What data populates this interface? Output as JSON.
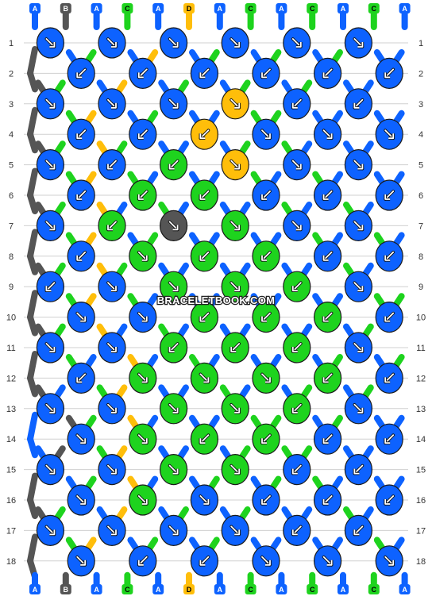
{
  "watermark": "BRACELETBOOK.COM",
  "colors": {
    "A": "#0d62ff",
    "B": "#555555",
    "C": "#1ed31e",
    "D": "#ffbe0a"
  },
  "top_labels": [
    "A",
    "B",
    "A",
    "C",
    "A",
    "D",
    "A",
    "C",
    "A",
    "C",
    "A",
    "C",
    "A"
  ],
  "bottom_labels": [
    "A",
    "B",
    "A",
    "C",
    "A",
    "D",
    "A",
    "C",
    "A",
    "C",
    "A",
    "C",
    "A"
  ],
  "row_numbers": [
    "1",
    "2",
    "3",
    "4",
    "5",
    "6",
    "7",
    "8",
    "9",
    "10",
    "11",
    "12",
    "13",
    "14",
    "15",
    "16",
    "17",
    "18"
  ],
  "knot_rows": [
    {
      "row": "1",
      "knots": [
        {
          "color": "A",
          "arrow": "se"
        },
        {
          "color": "A",
          "arrow": "se"
        },
        {
          "color": "A",
          "arrow": "se"
        },
        {
          "color": "A",
          "arrow": "se"
        },
        {
          "color": "A",
          "arrow": "se"
        },
        {
          "color": "A",
          "arrow": "se"
        }
      ]
    },
    {
      "row": "2",
      "knots": [
        {
          "color": "A",
          "arrow": "sw"
        },
        {
          "color": "A",
          "arrow": "sw"
        },
        {
          "color": "A",
          "arrow": "sw"
        },
        {
          "color": "A",
          "arrow": "sw"
        },
        {
          "color": "A",
          "arrow": "sw"
        },
        {
          "color": "A",
          "arrow": "sw"
        }
      ]
    },
    {
      "row": "3",
      "knots": [
        {
          "color": "A",
          "arrow": "se"
        },
        {
          "color": "A",
          "arrow": "se"
        },
        {
          "color": "A",
          "arrow": "se"
        },
        {
          "color": "D",
          "arrow": "se"
        },
        {
          "color": "A",
          "arrow": "sw"
        },
        {
          "color": "A",
          "arrow": "sw"
        }
      ]
    },
    {
      "row": "4",
      "knots": [
        {
          "color": "A",
          "arrow": "sw"
        },
        {
          "color": "A",
          "arrow": "sw"
        },
        {
          "color": "D",
          "arrow": "sw"
        },
        {
          "color": "A",
          "arrow": "se"
        },
        {
          "color": "A",
          "arrow": "se"
        },
        {
          "color": "A",
          "arrow": "se"
        }
      ]
    },
    {
      "row": "5",
      "knots": [
        {
          "color": "A",
          "arrow": "se"
        },
        {
          "color": "A",
          "arrow": "sw"
        },
        {
          "color": "C",
          "arrow": "sw"
        },
        {
          "color": "D",
          "arrow": "se"
        },
        {
          "color": "A",
          "arrow": "se"
        },
        {
          "color": "A",
          "arrow": "se"
        }
      ]
    },
    {
      "row": "6",
      "knots": [
        {
          "color": "A",
          "arrow": "sw"
        },
        {
          "color": "C",
          "arrow": "sw"
        },
        {
          "color": "C",
          "arrow": "sw"
        },
        {
          "color": "A",
          "arrow": "sw"
        },
        {
          "color": "A",
          "arrow": "sw"
        },
        {
          "color": "A",
          "arrow": "sw"
        }
      ]
    },
    {
      "row": "7",
      "knots": [
        {
          "color": "A",
          "arrow": "se"
        },
        {
          "color": "C",
          "arrow": "sw"
        },
        {
          "color": "B",
          "arrow": "se"
        },
        {
          "color": "C",
          "arrow": "se"
        },
        {
          "color": "A",
          "arrow": "se"
        },
        {
          "color": "A",
          "arrow": "se"
        }
      ]
    },
    {
      "row": "8",
      "knots": [
        {
          "color": "A",
          "arrow": "sw"
        },
        {
          "color": "C",
          "arrow": "se"
        },
        {
          "color": "C",
          "arrow": "sw"
        },
        {
          "color": "C",
          "arrow": "sw"
        },
        {
          "color": "A",
          "arrow": "sw"
        },
        {
          "color": "A",
          "arrow": "sw"
        }
      ]
    },
    {
      "row": "9",
      "knots": [
        {
          "color": "A",
          "arrow": "sw"
        },
        {
          "color": "A",
          "arrow": "se"
        },
        {
          "color": "C",
          "arrow": "se"
        },
        {
          "color": "C",
          "arrow": "se"
        },
        {
          "color": "C",
          "arrow": "sw"
        },
        {
          "color": "A",
          "arrow": "se"
        }
      ]
    },
    {
      "row": "10",
      "knots": [
        {
          "color": "A",
          "arrow": "se"
        },
        {
          "color": "A",
          "arrow": "se"
        },
        {
          "color": "C",
          "arrow": "sw"
        },
        {
          "color": "C",
          "arrow": "sw"
        },
        {
          "color": "C",
          "arrow": "sw"
        },
        {
          "color": "A",
          "arrow": "sw"
        }
      ]
    },
    {
      "row": "11",
      "knots": [
        {
          "color": "A",
          "arrow": "se"
        },
        {
          "color": "A",
          "arrow": "se"
        },
        {
          "color": "C",
          "arrow": "sw"
        },
        {
          "color": "C",
          "arrow": "sw"
        },
        {
          "color": "C",
          "arrow": "sw"
        },
        {
          "color": "A",
          "arrow": "se"
        }
      ]
    },
    {
      "row": "12",
      "knots": [
        {
          "color": "A",
          "arrow": "sw"
        },
        {
          "color": "C",
          "arrow": "se"
        },
        {
          "color": "C",
          "arrow": "se"
        },
        {
          "color": "C",
          "arrow": "se"
        },
        {
          "color": "C",
          "arrow": "sw"
        },
        {
          "color": "A",
          "arrow": "sw"
        }
      ]
    },
    {
      "row": "13",
      "knots": [
        {
          "color": "A",
          "arrow": "se"
        },
        {
          "color": "A",
          "arrow": "se"
        },
        {
          "color": "C",
          "arrow": "se"
        },
        {
          "color": "C",
          "arrow": "se"
        },
        {
          "color": "C",
          "arrow": "sw"
        },
        {
          "color": "A",
          "arrow": "se"
        }
      ]
    },
    {
      "row": "14",
      "knots": [
        {
          "color": "A",
          "arrow": "se"
        },
        {
          "color": "C",
          "arrow": "se"
        },
        {
          "color": "C",
          "arrow": "sw"
        },
        {
          "color": "C",
          "arrow": "sw"
        },
        {
          "color": "A",
          "arrow": "sw"
        },
        {
          "color": "A",
          "arrow": "sw"
        }
      ]
    },
    {
      "row": "15",
      "knots": [
        {
          "color": "A",
          "arrow": "se"
        },
        {
          "color": "A",
          "arrow": "se"
        },
        {
          "color": "C",
          "arrow": "se"
        },
        {
          "color": "C",
          "arrow": "se"
        },
        {
          "color": "A",
          "arrow": "sw"
        },
        {
          "color": "A",
          "arrow": "sw"
        }
      ]
    },
    {
      "row": "16",
      "knots": [
        {
          "color": "A",
          "arrow": "se"
        },
        {
          "color": "C",
          "arrow": "se"
        },
        {
          "color": "A",
          "arrow": "se"
        },
        {
          "color": "A",
          "arrow": "sw"
        },
        {
          "color": "A",
          "arrow": "sw"
        },
        {
          "color": "A",
          "arrow": "sw"
        }
      ]
    },
    {
      "row": "17",
      "knots": [
        {
          "color": "A",
          "arrow": "se"
        },
        {
          "color": "A",
          "arrow": "se"
        },
        {
          "color": "A",
          "arrow": "se"
        },
        {
          "color": "A",
          "arrow": "se"
        },
        {
          "color": "A",
          "arrow": "sw"
        },
        {
          "color": "A",
          "arrow": "sw"
        }
      ]
    },
    {
      "row": "18",
      "knots": [
        {
          "color": "A",
          "arrow": "se"
        },
        {
          "color": "A",
          "arrow": "sw"
        },
        {
          "color": "A",
          "arrow": "sw"
        },
        {
          "color": "A",
          "arrow": "se"
        },
        {
          "color": "A",
          "arrow": "se"
        },
        {
          "color": "A",
          "arrow": "se"
        }
      ]
    }
  ]
}
